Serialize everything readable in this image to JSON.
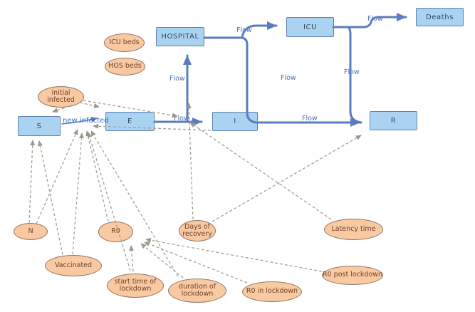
{
  "diagram_type": "stock-and-flow",
  "stocks": {
    "s": "S",
    "e": "E",
    "i": "I",
    "r": "R",
    "hospital": "HOSPITAL",
    "icu": "ICU",
    "deaths": "Deaths"
  },
  "variables": {
    "icu_beds": "ICU beds",
    "hos_beds": "HOS beds",
    "initial_infected": "initial infected",
    "n": "N",
    "r0": "R0",
    "days_of_recovery": "Days of recovery",
    "vaccinated": "Vaccinated",
    "start_time_of_lockdown": "start time of lockdown",
    "duration_of_lockdown": "duration of lockdown",
    "r0_in_lockdown": "R0 in lockdown",
    "r0_post_lockdown": "R0 post lockdown",
    "latency_time": "Latency time"
  },
  "flows": {
    "default_label": "Flow",
    "new_infected_label": "new infected"
  },
  "colors": {
    "stock_fill": "#aad3f2",
    "stock_border": "#5f83b0",
    "flow_line": "#5b7cbe",
    "flow_label_text": "#4a6fc0",
    "variable_fill": "#f9c9a1",
    "variable_border": "#8f7566",
    "variable_text": "#74402c",
    "link_dash": "#a5a096"
  }
}
